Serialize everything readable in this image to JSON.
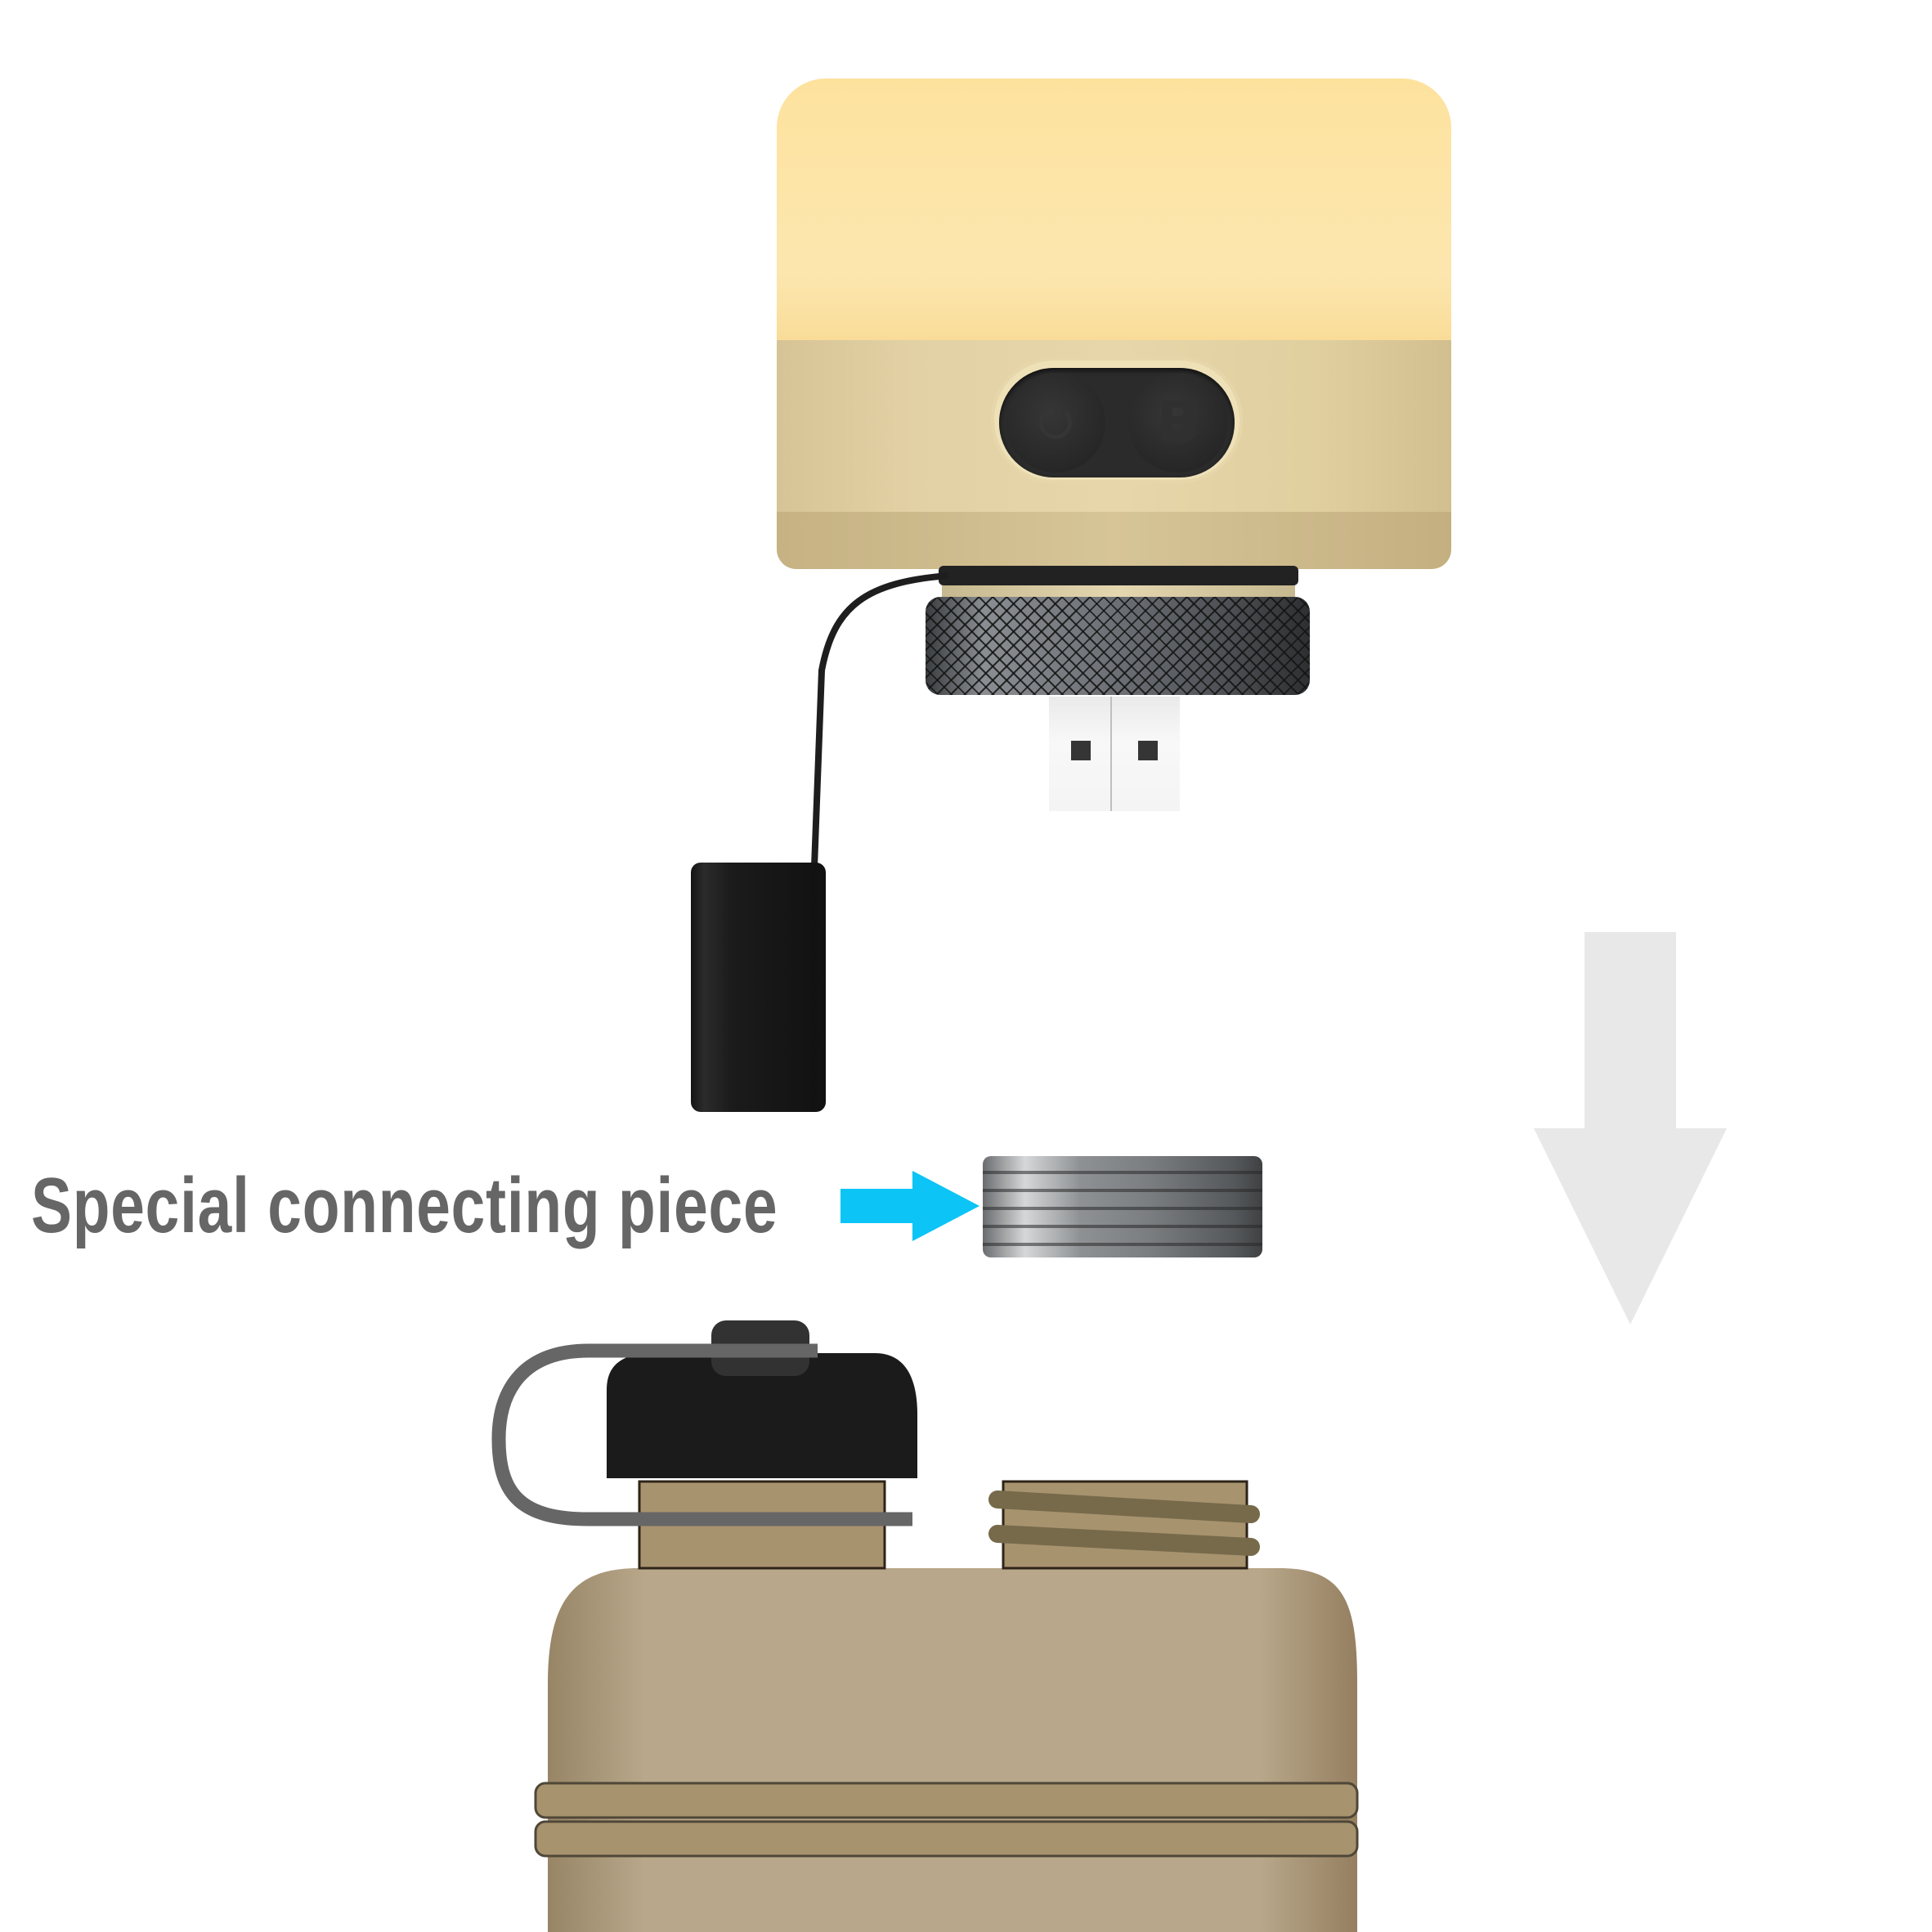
{
  "callout": {
    "label": "Special connecting piece",
    "label_color": "#666666",
    "arrow_color": "#0cc4f5"
  },
  "lamp": {
    "buttons": [
      {
        "name": "power",
        "icon": "power-icon"
      },
      {
        "name": "B",
        "label": "B"
      }
    ],
    "diffuser_color": "#fde3a4",
    "body_color": "#e2d1a4"
  },
  "direction_arrow": {
    "direction": "down",
    "color": "#e8e8e8"
  },
  "bottle": {
    "body_color": "#b8a78a",
    "cap_color": "#1c1b1b",
    "band_color": "#a8936f",
    "tether_color": "#666666"
  }
}
